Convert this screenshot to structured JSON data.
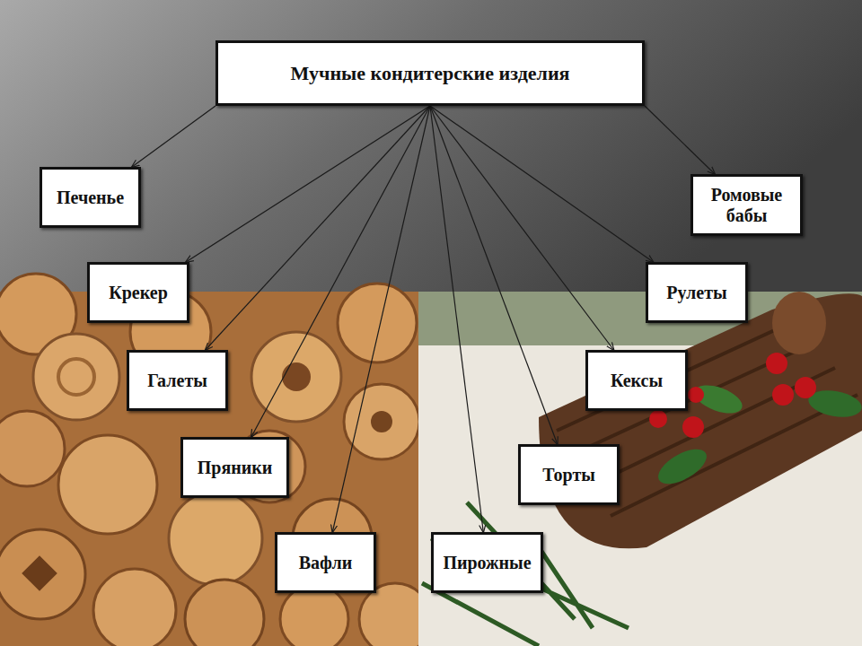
{
  "diagram": {
    "nodes": [
      {
        "text": [
          "Мучные кондитерские изделия"
        ]
      },
      {
        "text": [
          "Печенье"
        ]
      },
      {
        "text": [
          "Ромовые бабы"
        ]
      },
      {
        "text": [
          "Крекер"
        ]
      },
      {
        "text": [
          "Рулеты"
        ]
      },
      {
        "text": [
          "Галеты"
        ]
      },
      {
        "text": [
          "Кексы"
        ]
      },
      {
        "text": [
          "Пряники"
        ]
      },
      {
        "text": [
          "Торты"
        ]
      },
      {
        "text": [
          "Вафли"
        ]
      },
      {
        "text": [
          "Пирожные"
        ]
      }
    ],
    "edges": [
      {
        "from": 0,
        "to": 1,
        "arrow": "to"
      },
      {
        "from": 0,
        "to": 2,
        "arrow": "to"
      },
      {
        "from": 0,
        "to": 3,
        "arrow": "to"
      },
      {
        "from": 0,
        "to": 4,
        "arrow": "to"
      },
      {
        "from": 0,
        "to": 5,
        "arrow": "to"
      },
      {
        "from": 0,
        "to": 6,
        "arrow": "to"
      },
      {
        "from": 0,
        "to": 7,
        "arrow": "to"
      },
      {
        "from": 0,
        "to": 8,
        "arrow": "to"
      },
      {
        "from": 0,
        "to": 9,
        "arrow": "to"
      },
      {
        "from": 0,
        "to": 10,
        "arrow": "to"
      }
    ]
  }
}
